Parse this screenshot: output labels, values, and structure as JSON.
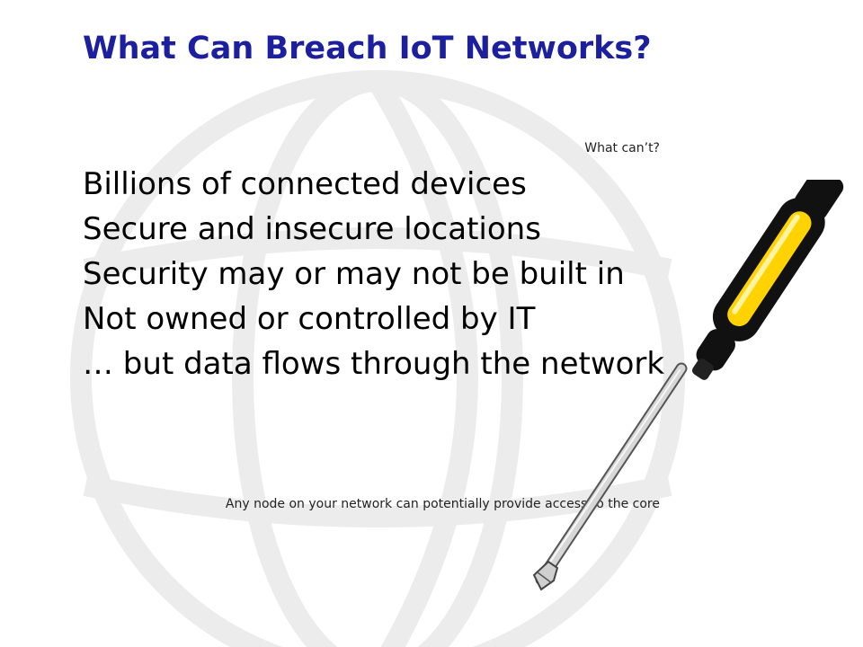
{
  "slide": {
    "title": "What Can Breach IoT Networks?",
    "subcaption": "What can’t?",
    "bullets": [
      "Billions of connected devices",
      "Secure and insecure locations",
      "Security may or may not be built in",
      "Not owned or controlled by IT",
      "… but data flows through the network"
    ],
    "footnote": "Any node on your network can potentially provide access to the core"
  },
  "colors": {
    "title": "#1c1f9e",
    "background_globe": "#ececec",
    "handle_yellow": "#ffd200",
    "handle_black": "#111111",
    "shaft": "#d7d7d7"
  },
  "graphics": {
    "illustration_icon": "screwdriver-icon",
    "background_icon": "globe-watermark-icon"
  }
}
